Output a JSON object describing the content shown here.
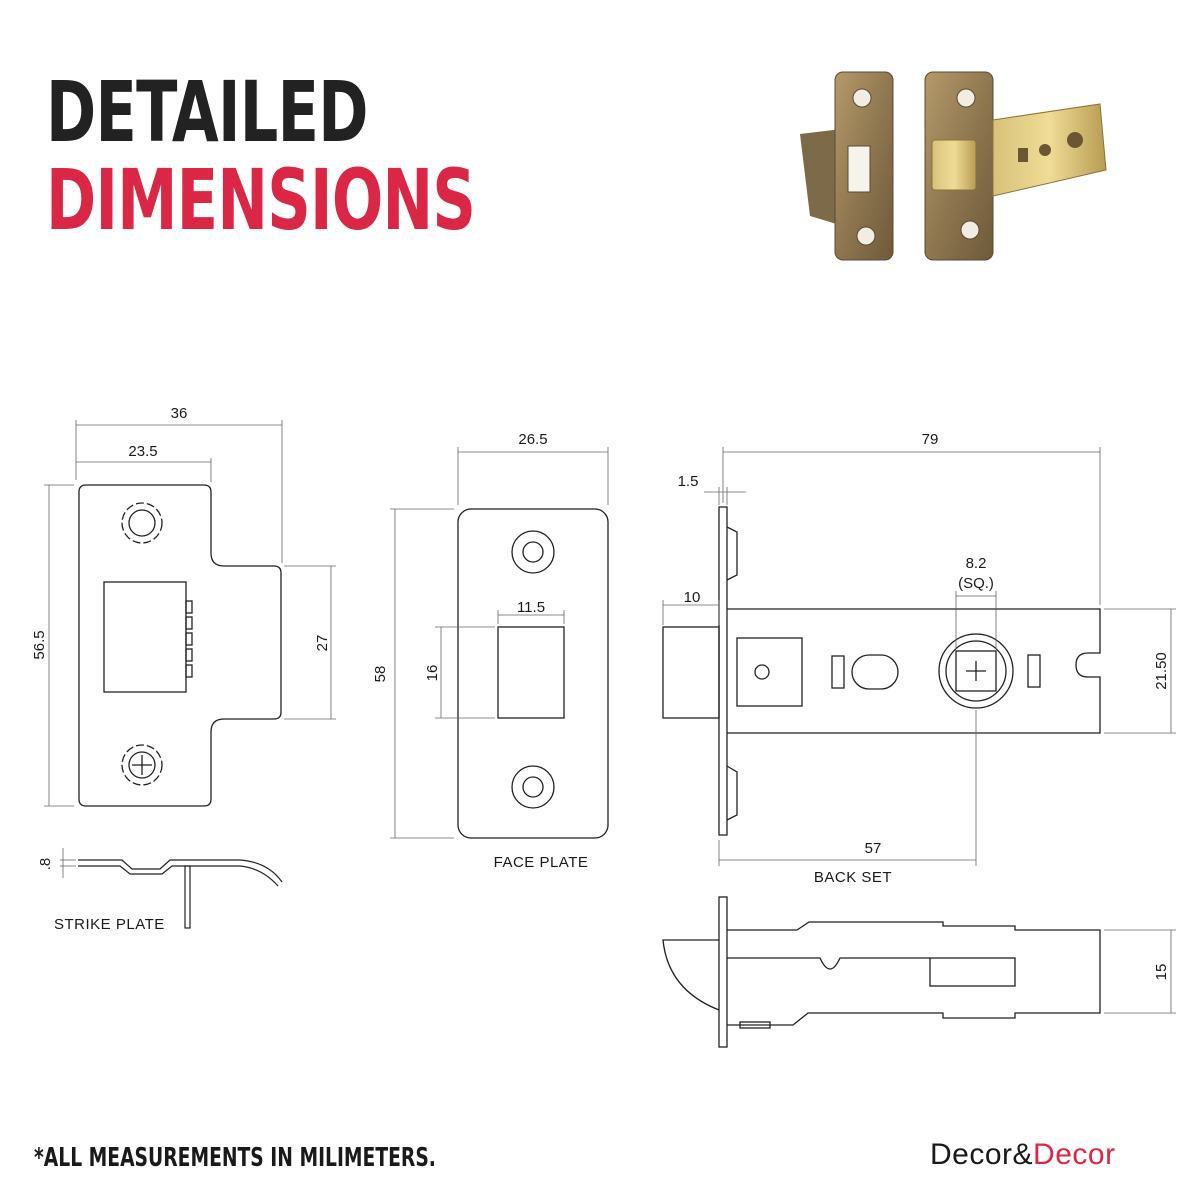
{
  "header": {
    "line1": "DETAILED",
    "line2": "DIMENSIONS"
  },
  "colors": {
    "accent": "#d92745",
    "ink": "#1a1a1a",
    "brass": "#9c8258"
  },
  "strike_plate": {
    "caption": "STRIKE PLATE",
    "dims": {
      "width": "36",
      "inner_width": "23.5",
      "height": "56.5",
      "tab_height": "27",
      "thickness": ".8"
    }
  },
  "face_plate": {
    "caption": "FACE PLATE",
    "dims": {
      "width": "26.5",
      "height": "58",
      "slot_width": "11.5",
      "slot_height": "16"
    }
  },
  "latch": {
    "caption": "BACK SET",
    "dims": {
      "length": "79",
      "face_thickness": "1.5",
      "latch_projection": "10",
      "spindle": "8.2",
      "spindle_note": "(SQ.)",
      "body_height": "21.50",
      "backset": "57",
      "side_height": "15"
    }
  },
  "footer": {
    "note": "*ALL MEASUREMENTS IN MILIMETERS.",
    "brand_part1": "Decor&",
    "brand_part2": "Decor"
  }
}
